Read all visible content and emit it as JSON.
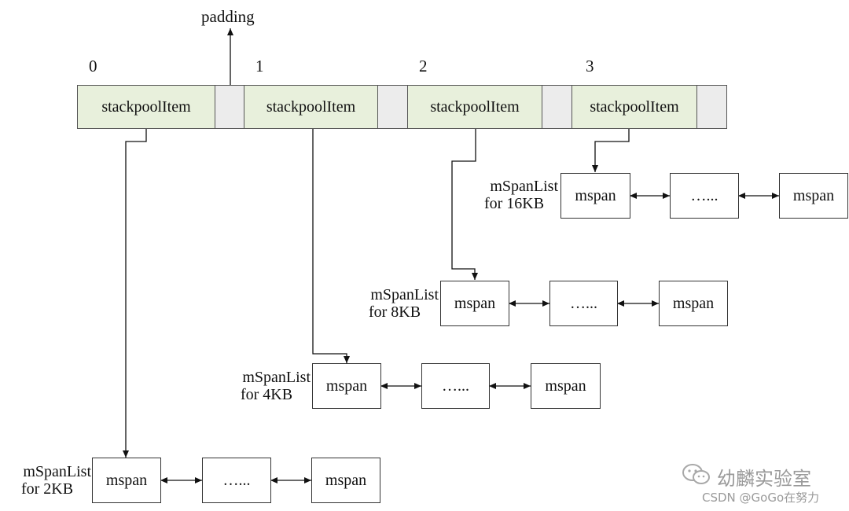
{
  "padding_label": "padding",
  "indices": [
    "0",
    "1",
    "2",
    "3"
  ],
  "item_label": "stackpoolItem",
  "lists": [
    {
      "label_line1": "mSpanList",
      "label_line2": "for 16KB",
      "span_first": "mspan",
      "span_middle": "…...",
      "span_last": "mspan"
    },
    {
      "label_line1": "mSpanList",
      "label_line2": "for 8KB",
      "span_first": "mspan",
      "span_middle": "…...",
      "span_last": "mspan"
    },
    {
      "label_line1": "mSpanList",
      "label_line2": "for 4KB",
      "span_first": "mspan",
      "span_middle": "…...",
      "span_last": "mspan"
    },
    {
      "label_line1": "mSpanList",
      "label_line2": "for 2KB",
      "span_first": "mspan",
      "span_middle": "…...",
      "span_last": "mspan"
    }
  ],
  "watermark": {
    "brand": "幼麟实验室",
    "credit": "CSDN @GoGo在努力"
  }
}
